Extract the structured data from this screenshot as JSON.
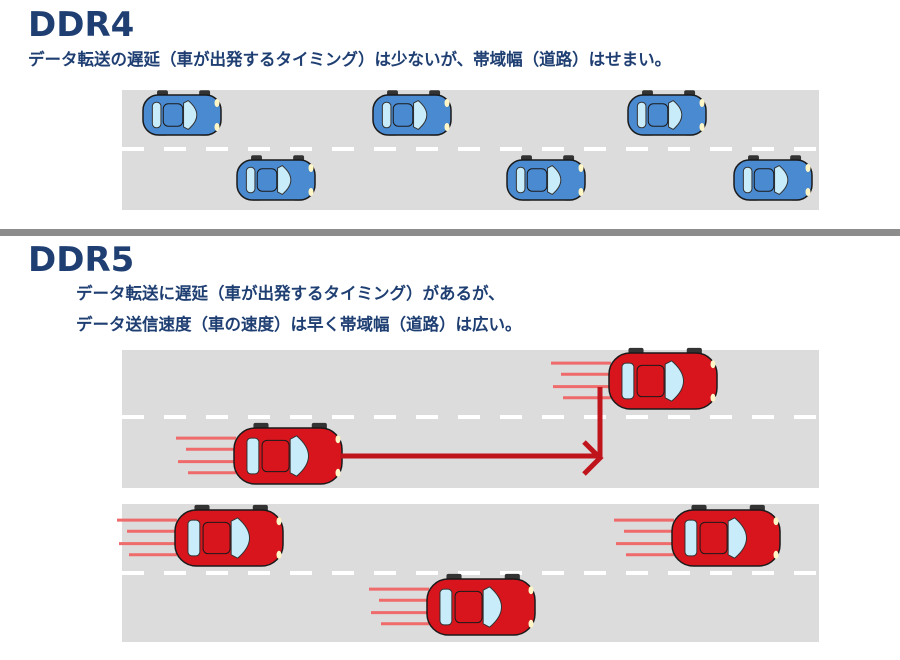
{
  "ddr4": {
    "title": "DDR4",
    "description": "データ転送の遅延（車が出発するタイミング）は少ないが、帯域幅（道路）はせまい。",
    "car_color": "#4a8ad0"
  },
  "ddr5": {
    "title": "DDR5",
    "description_line1": "データ転送に遅延（車が出発するタイミング）があるが、",
    "description_line2": "データ送信速度（車の速度）は早く帯域幅（道路）は広い。",
    "car_color": "#d8141c"
  },
  "colors": {
    "text": "#1f3f73",
    "road": "#dcdcdc",
    "divider": "#8c8c8c",
    "arrow": "#c0141c",
    "speed_lines": "#ef6a6a"
  }
}
